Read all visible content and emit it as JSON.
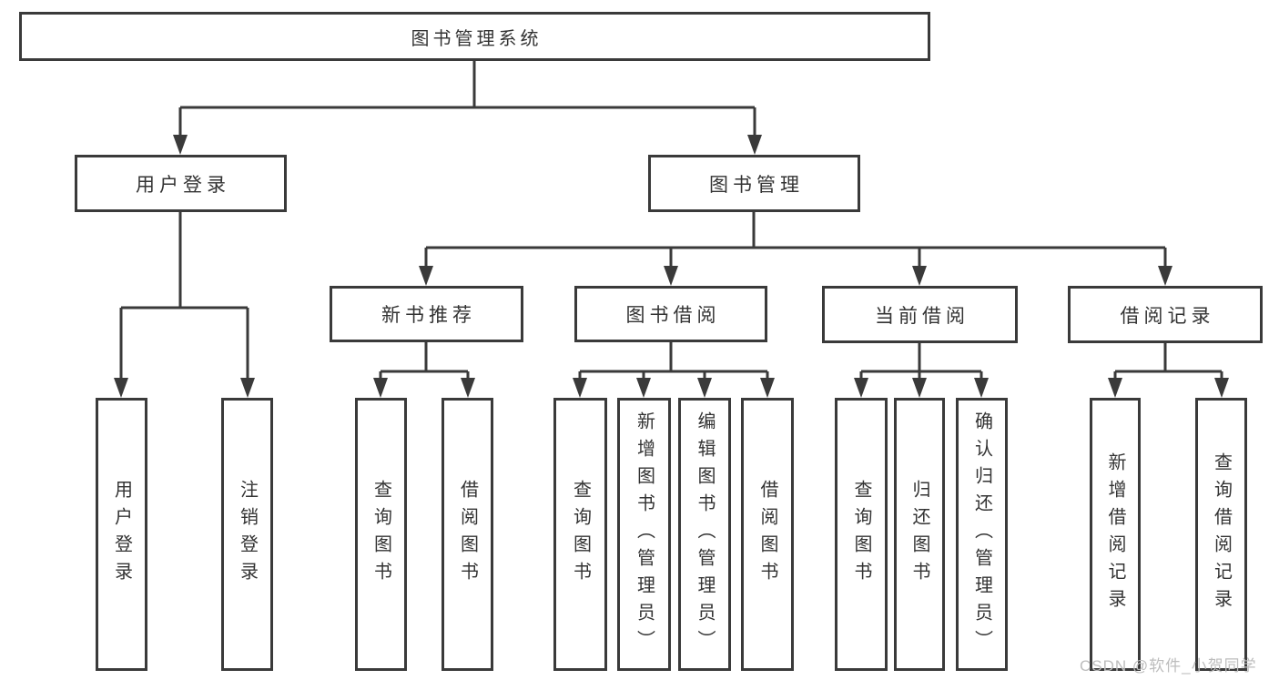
{
  "colors": {
    "line": "#3a3a3a",
    "text": "#333333",
    "watermark": "#bdbdbd",
    "background": "#ffffff"
  },
  "watermark": "CSDN @软件_小贺同学",
  "tree": {
    "label": "图书管理系统",
    "children": [
      {
        "label": "用户登录",
        "children": [
          {
            "label": "用户登录"
          },
          {
            "label": "注销登录"
          }
        ]
      },
      {
        "label": "图书管理",
        "children": [
          {
            "label": "新书推荐",
            "children": [
              {
                "label": "查询图书"
              },
              {
                "label": "借阅图书"
              }
            ]
          },
          {
            "label": "图书借阅",
            "children": [
              {
                "label": "查询图书"
              },
              {
                "label": "新增图书（管理员）"
              },
              {
                "label": "编辑图书（管理员）"
              },
              {
                "label": "借阅图书"
              }
            ]
          },
          {
            "label": "当前借阅",
            "children": [
              {
                "label": "查询图书"
              },
              {
                "label": "归还图书"
              },
              {
                "label": "确认归还（管理员）"
              }
            ]
          },
          {
            "label": "借阅记录",
            "children": [
              {
                "label": "新增借阅记录"
              },
              {
                "label": "查询借阅记录"
              }
            ]
          }
        ]
      }
    ]
  }
}
